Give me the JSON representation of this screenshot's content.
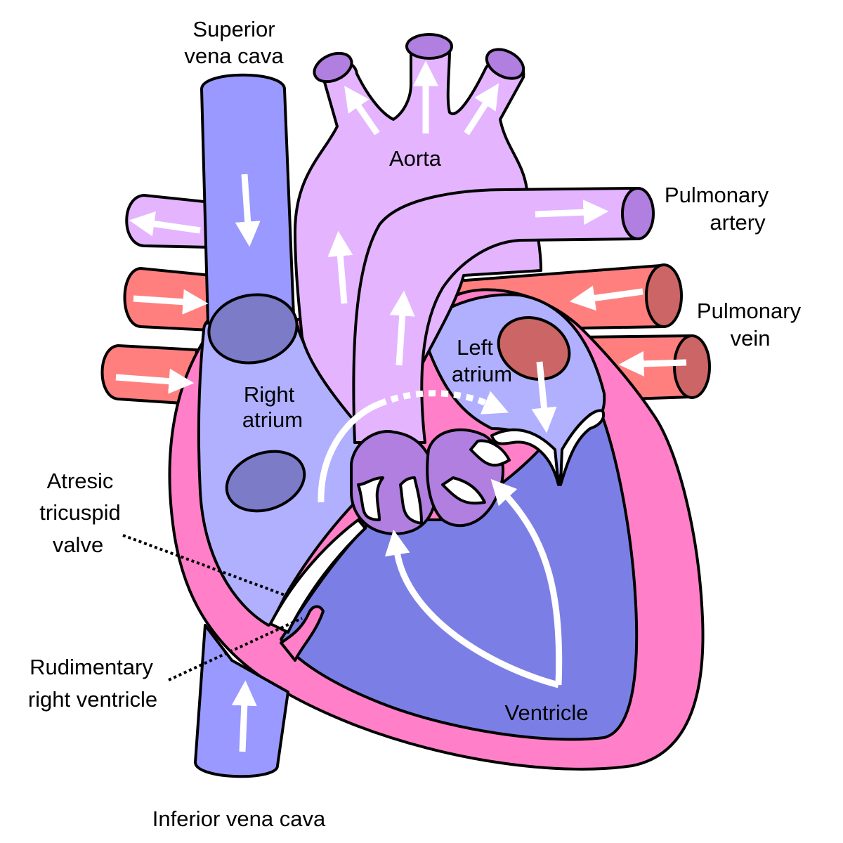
{
  "colors": {
    "vena_cava": "#9999ff",
    "right_atrium": "#b0b0ff",
    "ventricle": "#7b7fe5",
    "pulmonary_artery": "#e4b4ff",
    "aorta_opening": "#b07fe0",
    "pulmonary_vein": "#ff7f7f",
    "pulmonary_vein_opening": "#cc6666",
    "heart_wall": "#ff80c8",
    "ivc_opening": "#7b7bc8",
    "outline": "#000000",
    "arrow": "#ffffff"
  },
  "labels": {
    "superior_vena_cava": [
      "Superior",
      "vena cava"
    ],
    "aorta": "Aorta",
    "pulmonary_artery": [
      "Pulmonary",
      "artery"
    ],
    "pulmonary_vein": [
      "Pulmonary",
      "vein"
    ],
    "left_atrium": [
      "Left",
      "atrium"
    ],
    "right_atrium": [
      "Right",
      "atrium"
    ],
    "atresic_tricuspid_valve": [
      "Atresic",
      "tricuspid",
      "valve"
    ],
    "rudimentary_right_ventricle": [
      "Rudimentary",
      "right ventricle"
    ],
    "ventricle": "Ventricle",
    "inferior_vena_cava": "Inferior vena cava"
  }
}
